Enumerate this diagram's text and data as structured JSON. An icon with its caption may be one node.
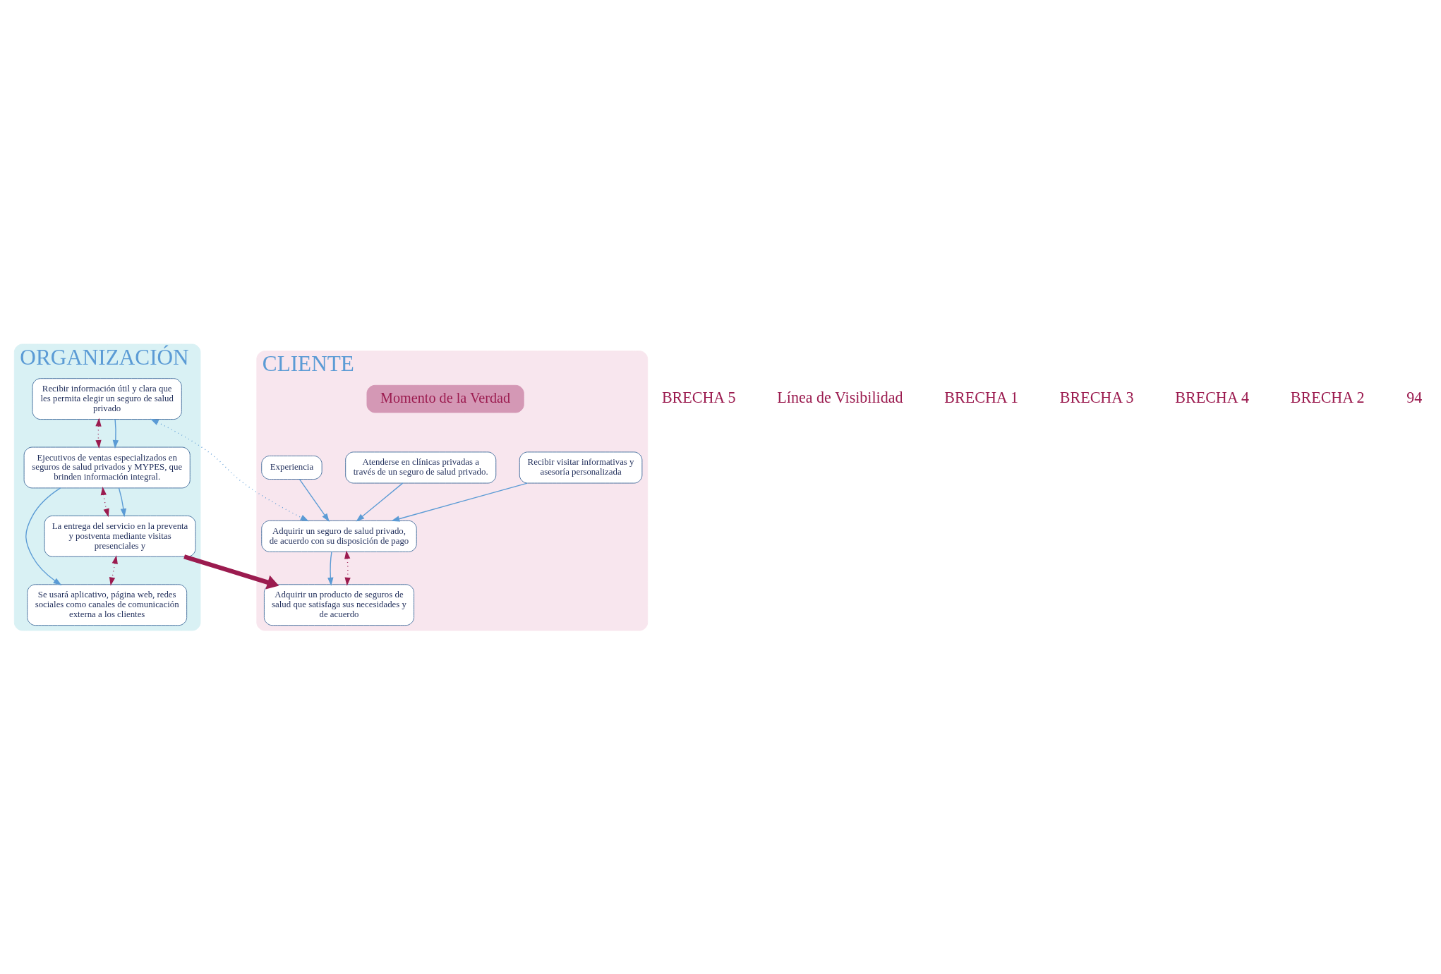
{
  "diagram": {
    "nodes": [
      {
        "text": [
          "CLIENTE"
        ]
      },
      {
        "text": [
          "Recibir visitar informativas y asesoría personalizada"
        ],
        "in": 0
      },
      {
        "text": [
          "Atenderse en clínicas privadas a través de un seguro de salud privado."
        ],
        "in": 0
      },
      {
        "text": [
          "Experiencia"
        ],
        "in": 0
      },
      {
        "text": [
          "Adquirir un seguro de salud privado, de acuerdo con su disposición de pago"
        ],
        "in": 0
      },
      {
        "text": [
          "Adquirir un producto de seguros de salud que satisfaga sus necesidades y de acuerdo"
        ],
        "in": 0
      },
      {
        "text": [
          "Momento de la Verdad"
        ],
        "in": 0
      },
      {
        "text": [
          "ORGANIZACIÓN"
        ]
      },
      {
        "text": [
          "La entrega del servicio en la preventa y postventa mediante visitas presenciales y"
        ],
        "in": 7
      },
      {
        "text": [
          "Se usará aplicativo, página web, redes sociales como canales de comunicación externa a los clientes"
        ],
        "in": 7
      },
      {
        "text": [
          "Ejecutivos de ventas especializados en seguros de salud privados y MYPES, que brinden información integral."
        ],
        "in": 7
      },
      {
        "text": [
          "Recibir información útil y clara que les permita elegir un seguro de salud privado"
        ],
        "in": 7
      }
    ],
    "edges": [
      {
        "from": 1,
        "to": 4,
        "arrow": "to"
      },
      {
        "from": 2,
        "to": 4,
        "arrow": "to"
      },
      {
        "from": 3,
        "to": 4,
        "arrow": "to"
      },
      {
        "from": 4,
        "to": 5,
        "arrow": "to"
      },
      {
        "from": 4,
        "to": 5,
        "arrow": "both",
        "style": "dashed",
        "color": "#9b1b4f"
      },
      {
        "from": 11,
        "to": 4,
        "arrow": "both",
        "style": "dashed"
      },
      {
        "from": 8,
        "to": 5,
        "arrow": "to",
        "style": "thick",
        "color": "#9b1b4f"
      },
      {
        "from": 8,
        "to": 9,
        "arrow": "both",
        "style": "dashed",
        "color": "#9b1b4f"
      },
      {
        "from": 10,
        "to": 8,
        "arrow": "both",
        "style": "dashed",
        "color": "#9b1b4f"
      },
      {
        "from": 10,
        "to": 8,
        "arrow": "to"
      },
      {
        "from": 10,
        "to": 9,
        "arrow": "to"
      },
      {
        "from": 11,
        "to": 10,
        "arrow": "both",
        "style": "dashed",
        "color": "#9b1b4f"
      },
      {
        "from": 11,
        "to": 10,
        "arrow": "to"
      }
    ],
    "labels": [
      "BRECHA 5",
      "Línea de Visibilidad",
      "BRECHA 1",
      "BRECHA 3",
      "BRECHA 4",
      "BRECHA 2",
      "94"
    ]
  }
}
